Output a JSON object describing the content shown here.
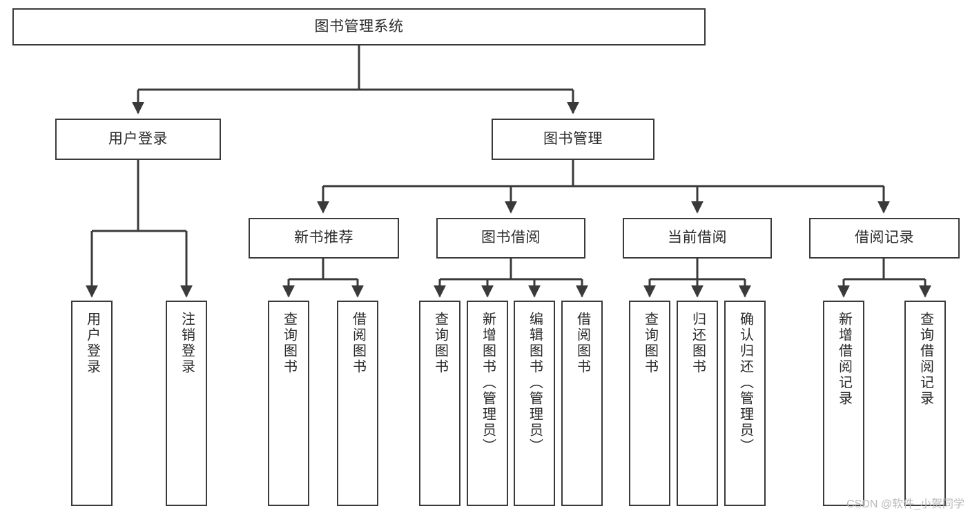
{
  "diagram": {
    "title": "图书管理系统",
    "type": "tree",
    "background_color": "#ffffff",
    "line_color": "#3a3a3a",
    "text_color": "#2b2b2b",
    "root": {
      "id": "root",
      "label": "图书管理系统"
    },
    "level2": [
      {
        "id": "user-login",
        "label": "用户登录"
      },
      {
        "id": "book-manage",
        "label": "图书管理"
      }
    ],
    "level3": [
      {
        "id": "new-book-recommend",
        "label": "新书推荐"
      },
      {
        "id": "book-borrow",
        "label": "图书借阅"
      },
      {
        "id": "current-borrow",
        "label": "当前借阅"
      },
      {
        "id": "borrow-record",
        "label": "借阅记录"
      }
    ],
    "leaves": [
      {
        "id": "leaf-user-login",
        "label": "用户登录",
        "parent": "user-login"
      },
      {
        "id": "leaf-logout",
        "label": "注销登录",
        "parent": "user-login"
      },
      {
        "id": "leaf-query-book-1",
        "label": "查询图书",
        "parent": "new-book-recommend"
      },
      {
        "id": "leaf-borrow-book-1",
        "label": "借阅图书",
        "parent": "new-book-recommend"
      },
      {
        "id": "leaf-query-book-2",
        "label": "查询图书",
        "parent": "book-borrow"
      },
      {
        "id": "leaf-add-book",
        "label": "新增图书（管理员）",
        "parent": "book-borrow"
      },
      {
        "id": "leaf-edit-book",
        "label": "编辑图书（管理员）",
        "parent": "book-borrow"
      },
      {
        "id": "leaf-borrow-book-2",
        "label": "借阅图书",
        "parent": "book-borrow"
      },
      {
        "id": "leaf-query-book-3",
        "label": "查询图书",
        "parent": "current-borrow"
      },
      {
        "id": "leaf-return-book",
        "label": "归还图书",
        "parent": "current-borrow"
      },
      {
        "id": "leaf-confirm-return",
        "label": "确认归还（管理员）",
        "parent": "current-borrow"
      },
      {
        "id": "leaf-add-record",
        "label": "新增借阅记录",
        "parent": "borrow-record"
      },
      {
        "id": "leaf-query-record",
        "label": "查询借阅记录",
        "parent": "borrow-record"
      }
    ]
  },
  "watermark": {
    "text": "CSDN @软件_小贺同学"
  }
}
